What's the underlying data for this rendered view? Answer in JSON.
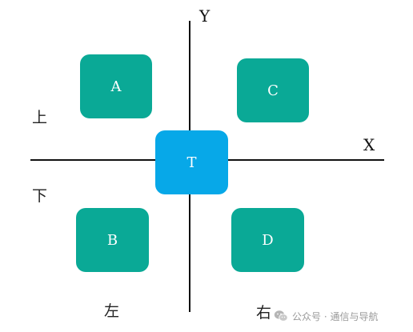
{
  "axes": {
    "x_label": "X",
    "y_label": "Y"
  },
  "directions": {
    "up": "上",
    "down": "下",
    "left": "左",
    "right": "右"
  },
  "nodes": {
    "a": "A",
    "b": "B",
    "c": "C",
    "d": "D",
    "t": "T"
  },
  "colors": {
    "node_teal": "#0aa996",
    "node_center": "#07a8e8",
    "axis": "#111111"
  },
  "watermark": {
    "icon": "wechat-icon",
    "text": "公众号 · 通信与导航"
  }
}
